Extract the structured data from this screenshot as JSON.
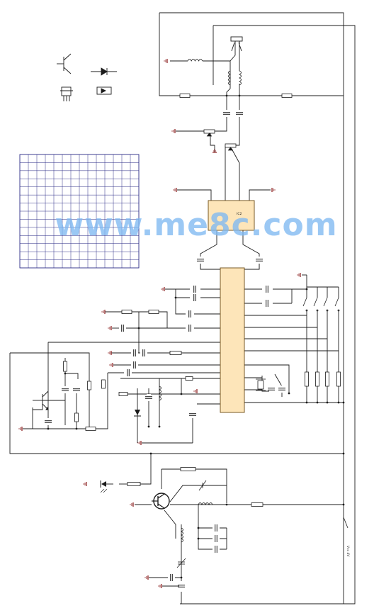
{
  "watermark": "www.me8c.com",
  "ic_main_label": "",
  "vcc_label": "Vcc 4V",
  "grid": {
    "rows": 14,
    "cols": 14
  },
  "colors": {
    "wire": "#1b1b1b",
    "ic_fill": "#fde5b9",
    "ic_stroke": "#6b4a12",
    "grid_stroke": "#2a2a86",
    "ground": "#8a1c1c",
    "watermark": "#7fb9f2"
  },
  "icons": [
    "transistor-icon",
    "diode-icon",
    "package-icon",
    "led-icon",
    "crystal-icon",
    "ground-icon",
    "switch-icon"
  ]
}
